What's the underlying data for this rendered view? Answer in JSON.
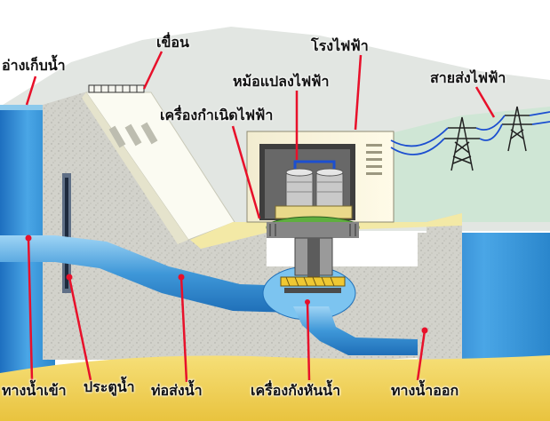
{
  "labels": {
    "reservoir": "อ่างเก็บน้ำ",
    "dam": "เขื่อน",
    "powerhouse": "โรงไฟฟ้า",
    "transformer": "หม้อแปลงไฟฟ้า",
    "power_lines": "สายส่งไฟฟ้า",
    "generator": "เครื่องกำเนิดไฟฟ้า",
    "intake": "ทางน้ำเข้า",
    "gate": "ประตูน้ำ",
    "penstock": "ท่อส่งน้ำ",
    "turbine": "เครื่องกังหันน้ำ",
    "outflow": "ทางน้ำออก"
  },
  "colors": {
    "pointer": "#e8102a",
    "water": "#2f8fd2",
    "concrete": "#cfcfc8",
    "ground": "#f2d65c",
    "sky": "#ffffff",
    "mountain": "#dfe3e0",
    "cable": "#1c4fd0",
    "pylon": "#222222",
    "dam_face": "#fbfbf2"
  }
}
